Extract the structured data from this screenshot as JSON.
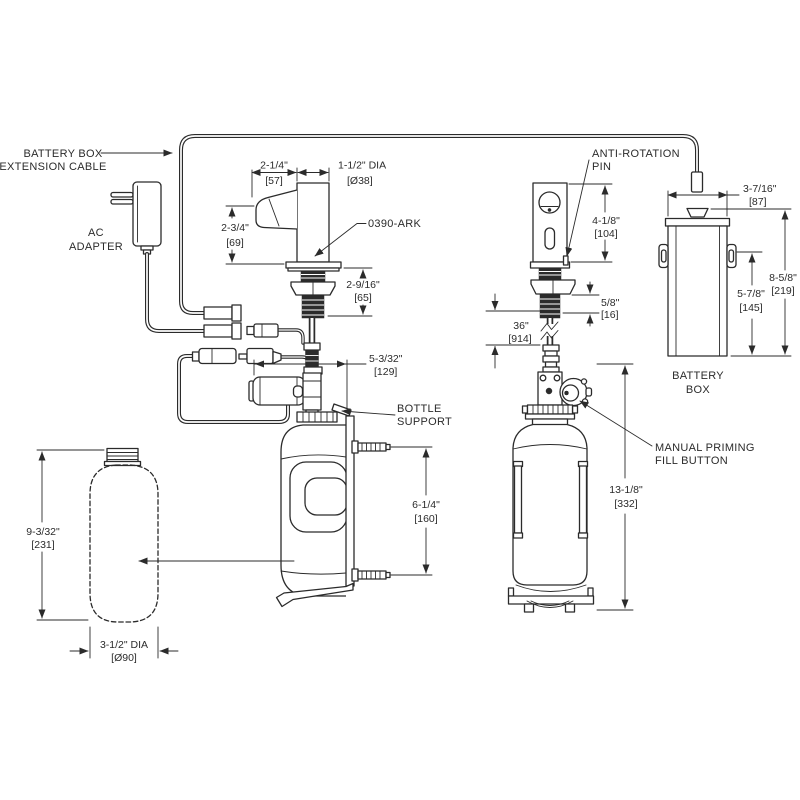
{
  "drawing": {
    "callouts": {
      "battery_cable_line1": "BATTERY BOX",
      "battery_cable_line2": "EXTENSION CABLE",
      "ac_adapter_line1": "AC",
      "ac_adapter_line2": "ADAPTER",
      "part_number": "0390-ARK",
      "anti_rotation_line1": "ANTI-ROTATION",
      "anti_rotation_line2": "PIN",
      "bottle_support_line1": "BOTTLE",
      "bottle_support_line2": "SUPPORT",
      "manual_priming_line1": "MANUAL PRIMING",
      "manual_priming_line2": "FILL BUTTON",
      "battery_box_line1": "BATTERY",
      "battery_box_line2": "BOX"
    },
    "dimensions": {
      "spout_reach": {
        "inches": "2-1/4\"",
        "mm": "[57]"
      },
      "spout_diameter": {
        "inches": "1-1/2\" DIA",
        "mm": "[Ø38]"
      },
      "spout_height": {
        "inches": "2-3/4\"",
        "mm": "[69]"
      },
      "shank_below": {
        "inches": "2-9/16\"",
        "mm": "[65]"
      },
      "sensor_height": {
        "inches": "4-1/8\"",
        "mm": "[104]"
      },
      "shank_thread": {
        "inches": "5/8\"",
        "mm": "[16]"
      },
      "supply_tube": {
        "inches": "36\"",
        "mm": "[914]"
      },
      "pump_offset": {
        "inches": "5-3/32\"",
        "mm": "[129]"
      },
      "bracket_span": {
        "inches": "6-1/4\"",
        "mm": "[160]"
      },
      "bottle_height": {
        "inches": "9-3/32\"",
        "mm": "[231]"
      },
      "bottle_diameter": {
        "inches": "3-1/2\" DIA",
        "mm": "[Ø90]"
      },
      "assembly_height": {
        "inches": "13-1/8\"",
        "mm": "[332]"
      },
      "box_width": {
        "inches": "3-7/16\"",
        "mm": "[87]"
      },
      "box_height": {
        "inches": "8-5/8\"",
        "mm": "[219]"
      },
      "box_bracket": {
        "inches": "5-7/8\"",
        "mm": "[145]"
      }
    },
    "colors": {
      "ink": "#2b2b2b",
      "paper": "#ffffff"
    }
  }
}
